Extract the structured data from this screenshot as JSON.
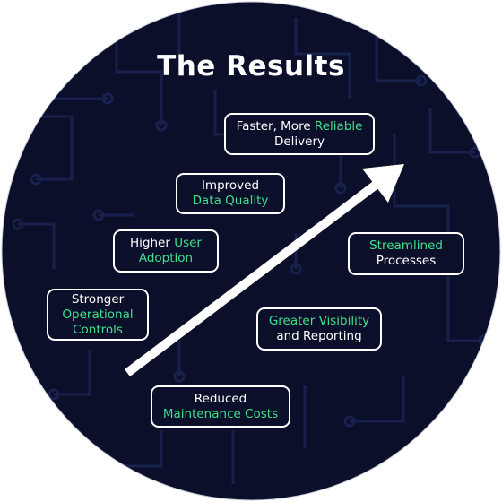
{
  "title": "The Results",
  "colors": {
    "background": "#0b0f2a",
    "highlight": "#3fe08c",
    "text": "#ffffff",
    "pattern": "#1a2350"
  },
  "icons": {
    "arrow": "up-right-arrow-icon"
  },
  "boxes": [
    {
      "id": "faster-delivery",
      "line1_plain": "Faster, More ",
      "line1_hl": "Reliable",
      "line2_plain": "Delivery",
      "line2_hl": ""
    },
    {
      "id": "data-quality",
      "line1_plain": "Improved",
      "line1_hl": "",
      "line2_plain": "",
      "line2_hl": "Data Quality"
    },
    {
      "id": "user-adoption",
      "line1_plain": "Higher ",
      "line1_hl": "User",
      "line2_plain": "",
      "line2_hl": "Adoption"
    },
    {
      "id": "streamlined-processes",
      "line1_plain": "",
      "line1_hl": "Streamlined",
      "line2_plain": "Processes",
      "line2_hl": ""
    },
    {
      "id": "operational-controls",
      "line1_plain": "Stronger",
      "line1_hl": "",
      "line2_plain": "",
      "line2_hl": "Operational",
      "line3_plain": "",
      "line3_hl": "Controls"
    },
    {
      "id": "visibility-reporting",
      "line1_plain": "",
      "line1_hl": "Greater Visibility",
      "line2_plain": "and Reporting",
      "line2_hl": ""
    },
    {
      "id": "maintenance-costs",
      "line1_plain": "Reduced",
      "line1_hl": "",
      "line2_plain": "",
      "line2_hl": "Maintenance Costs"
    }
  ]
}
